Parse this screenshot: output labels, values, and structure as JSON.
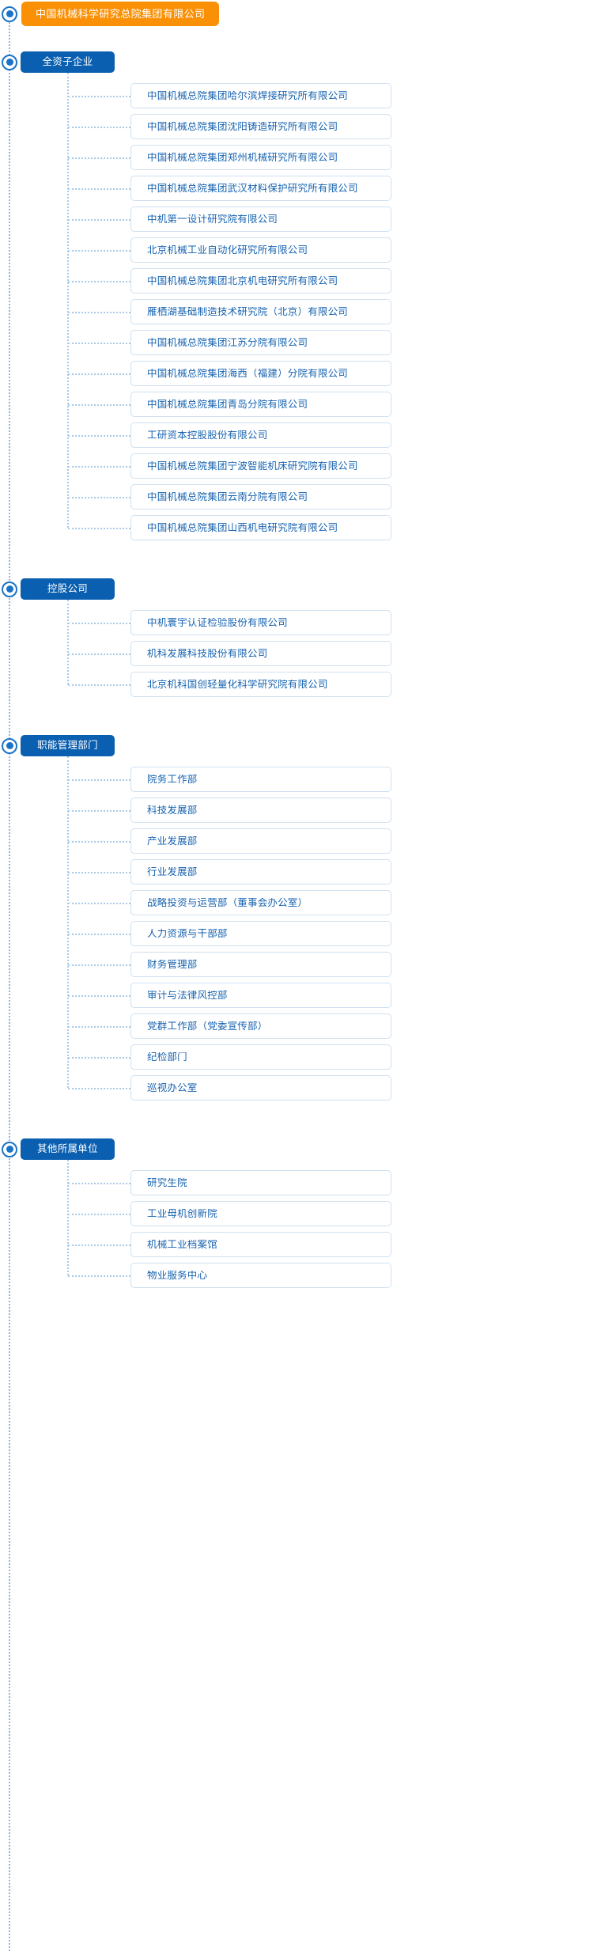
{
  "colors": {
    "root_bg": "#FA9005",
    "section_bg": "#0B5FB0",
    "card_border": "#CFE0F0",
    "card_text": "#1763B0",
    "spine": "#8FB5E0",
    "marker": "#1A73C8"
  },
  "root": {
    "label": "中国机械科学研究总院集团有限公司"
  },
  "sections": [
    {
      "label": "全资子企业",
      "items": [
        "中国机械总院集团哈尔滨焊接研究所有限公司",
        "中国机械总院集团沈阳铸造研究所有限公司",
        "中国机械总院集团郑州机械研究所有限公司",
        "中国机械总院集团武汉材料保护研究所有限公司",
        "中机第一设计研究院有限公司",
        "北京机械工业自动化研究所有限公司",
        "中国机械总院集团北京机电研究所有限公司",
        "雁栖湖基础制造技术研究院（北京）有限公司",
        "中国机械总院集团江苏分院有限公司",
        "中国机械总院集团海西（福建）分院有限公司",
        "中国机械总院集团青岛分院有限公司",
        "工研资本控股股份有限公司",
        "中国机械总院集团宁波智能机床研究院有限公司",
        "中国机械总院集团云南分院有限公司",
        "中国机械总院集团山西机电研究院有限公司"
      ]
    },
    {
      "label": "控股公司",
      "items": [
        "中机寰宇认证检验股份有限公司",
        "机科发展科技股份有限公司",
        "北京机科国创轻量化科学研究院有限公司"
      ]
    },
    {
      "label": "职能管理部门",
      "items": [
        "院务工作部",
        "科技发展部",
        "产业发展部",
        "行业发展部",
        "战略投资与运营部（董事会办公室）",
        "人力资源与干部部",
        "财务管理部",
        "审计与法律风控部",
        "党群工作部（党委宣传部）",
        "纪检部门",
        "巡视办公室"
      ]
    },
    {
      "label": "其他所属单位",
      "items": [
        "研究生院",
        "工业母机创新院",
        "机械工业档案馆",
        "物业服务中心"
      ]
    }
  ]
}
